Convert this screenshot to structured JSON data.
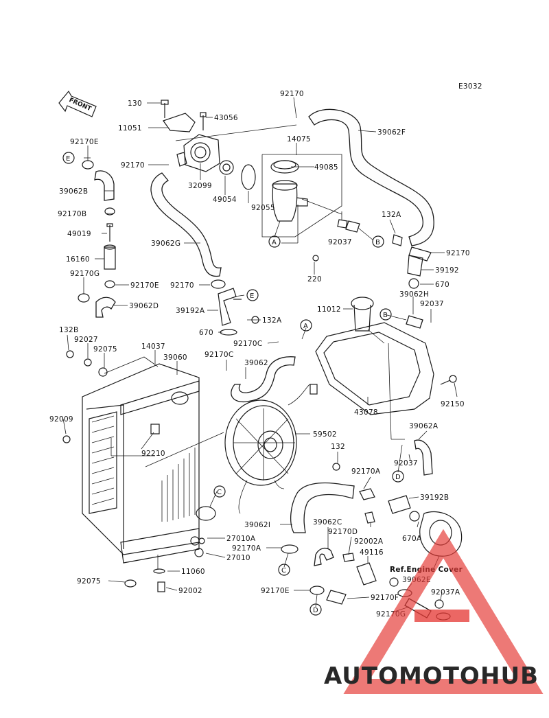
{
  "diagram_code": "E3032",
  "front_arrow_text": "FRONT",
  "ref_note": "Ref.Engine Cover",
  "watermark": {
    "part1": "AUTOMOTO",
    "part2": "HUB",
    "color1": "#f5a623",
    "color2": "#555555",
    "triangle_color": "#e53935"
  },
  "labels": {
    "l130": "130",
    "l43056": "43056",
    "l11051": "11051",
    "l92170_top": "92170",
    "l39062F": "39062F",
    "l14075": "14075",
    "l49085": "49085",
    "l92170E_a": "92170E",
    "l92170_b": "92170",
    "l32099": "32099",
    "l49054": "49054",
    "l92055": "92055",
    "l39062B": "39062B",
    "l92170B": "92170B",
    "l49019": "49019",
    "l39062G": "39062G",
    "l92037_a": "92037",
    "l132A_a": "132A",
    "l92170_c": "92170",
    "l16160": "16160",
    "l39192": "39192",
    "l220": "220",
    "l92170G_a": "92170G",
    "l92170E_b": "92170E",
    "l92170_d": "92170",
    "l670_a": "670",
    "l39062H": "39062H",
    "l92037_b": "92037",
    "l39062D": "39062D",
    "l39192A": "39192A",
    "l11012": "11012",
    "l132A_b": "132A",
    "l670_b": "670",
    "l92170C_a": "92170C",
    "l132B": "132B",
    "l92027": "92027",
    "l14037": "14037",
    "l92075_a": "92075",
    "l39060": "39060",
    "l92170C_b": "92170C",
    "l39062": "39062",
    "l92150": "92150",
    "l43078": "43078",
    "l92009": "92009",
    "l59502": "59502",
    "l39062A": "39062A",
    "l92210": "92210",
    "l132": "132",
    "l92170A_a": "92170A",
    "l92037_c": "92037",
    "l39192B": "39192B",
    "l39062I": "39062I",
    "l27010A": "27010A",
    "l39062C": "39062C",
    "l670A": "670A",
    "l92170A_b": "92170A",
    "l92170D": "92170D",
    "l92002A": "92002A",
    "l27010": "27010",
    "l11060": "11060",
    "l49116": "49116",
    "l92075_b": "92075",
    "l39062E": "39062E",
    "l92002": "92002",
    "l92170E_c": "92170E",
    "l92170F": "92170F",
    "l92037A": "92037A",
    "l92170G_b": "92170G"
  },
  "markers": {
    "A": "A",
    "B": "B",
    "C": "C",
    "D": "D",
    "E": "E"
  }
}
